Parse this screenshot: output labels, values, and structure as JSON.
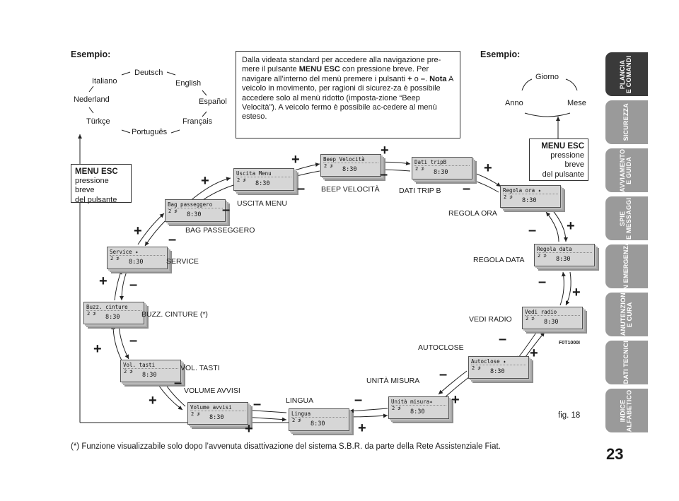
{
  "example_left": "Esempio:",
  "example_right": "Esempio:",
  "languages": [
    "Deutsch",
    "English",
    "Español",
    "Français",
    "Português",
    "Türkçe",
    "Nederland",
    "Italiano"
  ],
  "periods": [
    "Giorno",
    "Mese",
    "Anno"
  ],
  "info_box": {
    "p1": "Dalla videata standard per accedere alla navigazione pre-mere il pulsante ",
    "p1b": "MENU ESC",
    "p2": " con pressione breve. Per navigare all’interno del menù premere i pulsanti ",
    "plus": "+",
    "p3": " o ",
    "minus": "–",
    "p4": ". ",
    "nota": "Nota",
    "p5": " A veicolo in movimento, per ragioni di sicurez-za è possibile accedere solo al menù ridotto (imposta-zione “Beep Velocità”). A veicolo fermo è possibile ac-cedere al menù esteso."
  },
  "menu_esc_left": {
    "title": "MENU ESC",
    "l1": "pressione",
    "l2": "breve",
    "l3": "del pulsante"
  },
  "menu_esc_right": {
    "title": "MENU ESC",
    "l1": "pressione",
    "l2": "breve",
    "l3": "del pulsante"
  },
  "screens": {
    "uscita": {
      "text": "Uscita Menu",
      "label": "USCITA MENU"
    },
    "beep": {
      "text": "Beep Velocità",
      "label": "BEEP VELOCITÀ"
    },
    "trip": {
      "text": "Dati tripB",
      "label": "DATI TRIP B"
    },
    "ora": {
      "text": "Regola ora ✦",
      "label": "REGOLA ORA"
    },
    "data": {
      "text": "Regola data",
      "label": "REGOLA DATA"
    },
    "radio": {
      "text": "Vedi radio",
      "label": "VEDI RADIO"
    },
    "autoclose": {
      "text": "Autoclose ✦",
      "label": "AUTOCLOSE"
    },
    "misura": {
      "text": "Unità misura✦",
      "label": "UNITÀ MISURA"
    },
    "lingua": {
      "text": "Lingua",
      "label": "LINGUA"
    },
    "volume": {
      "text": "Volume avvisi",
      "label": "VOLUME AVVISI"
    },
    "tasti": {
      "text": "Vol. tasti",
      "label": "VOL. TASTI"
    },
    "cinture": {
      "text": "Buzz. cinture",
      "label": "BUZZ. CINTURE (*)"
    },
    "service": {
      "text": "Service ✦",
      "label": "SERVICE"
    },
    "bag": {
      "text": "Bag passeggero",
      "label": "BAG PASSEGGERO"
    }
  },
  "screen_gear": "2 ⊅",
  "screen_time": "8:30",
  "figure_code": "F0T1000I",
  "figure_caption": "fig. 18",
  "footnote": "(*) Funzione visualizzabile solo dopo l’avvenuta disattivazione del sistema S.B.R. da parte della Rete Assistenziale Fiat.",
  "page_number": "23",
  "tabs": [
    "PLANCIA\nE COMANDI",
    "SICUREZZA",
    "AVVIAMENTO\nE GUIDA",
    "SPIE\nE MESSAGGI",
    "IN EMERGENZA",
    "MANUTENZIONE\nE CURA",
    "DATI TECNICI",
    "INDICE\nALFABETICO"
  ],
  "plus_sign": "+",
  "minus_sign": "–"
}
